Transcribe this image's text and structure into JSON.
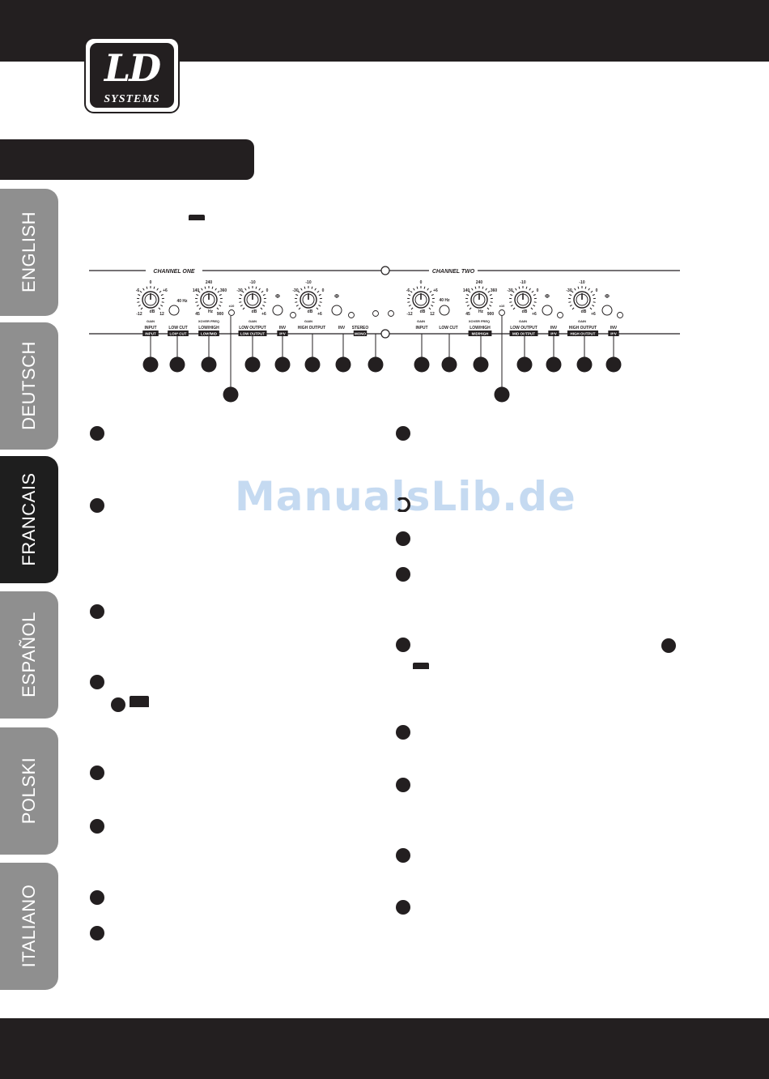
{
  "logo": {
    "brand": "LD",
    "subtitle": "SYSTEMS"
  },
  "language_tabs": [
    "ENGLISH",
    "DEUTSCH",
    "FRANCAIS",
    "ESPAÑOL",
    "POLSKI",
    "ITALIANO"
  ],
  "active_tab": "FRANCAIS",
  "watermark": "ManualsLib.de",
  "panel": {
    "channel_one": "CHANNEL ONE",
    "channel_two": "CHANNEL TWO",
    "ch1_labels": [
      "INPUT",
      "LOW CUT",
      "LOW/HIGH",
      "LOW OUTPUT",
      "INV",
      "HIGH OUTPUT",
      "INV",
      "STEREO"
    ],
    "ch1_buttons": [
      "INPUT",
      "LOW CUT",
      "LOW/MID",
      "LOW OUTPUT",
      "INV",
      "MONO"
    ],
    "ch2_labels": [
      "INPUT",
      "LOW CUT",
      "LOW/HIGH",
      "LOW OUTPUT",
      "INV",
      "HIGH OUTPUT",
      "INV"
    ],
    "ch2_buttons": [
      "MID/HIGH",
      "MID OUTPUT",
      "INV",
      "HIGH OUTPUT",
      "INV"
    ],
    "knob_captions": [
      "GAIN",
      "XOVER FREQ",
      "GAIN",
      "GAIN"
    ],
    "scale": {
      "gain_in": [
        "0",
        "-6",
        "+6",
        "-12",
        "12",
        "dB"
      ],
      "xover": [
        "240",
        "140",
        "360",
        "70",
        "600",
        "45",
        "Hz",
        "900"
      ],
      "gain_out": [
        "-10",
        "-30",
        "0",
        "+6",
        "dB"
      ],
      "low_cut_freq": "40 Hz",
      "x10": "x10",
      "phase": "Φ"
    }
  }
}
